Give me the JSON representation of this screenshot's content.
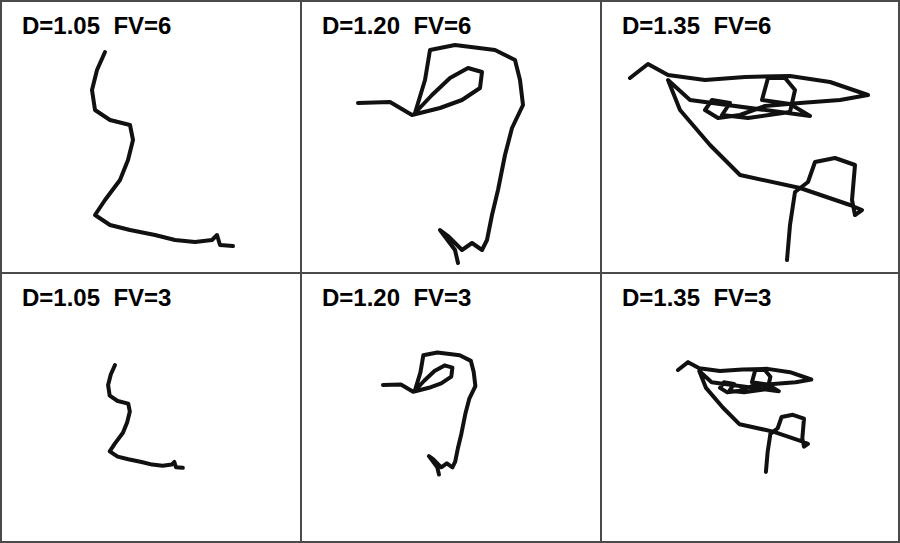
{
  "diagram": {
    "nodes": [
      {
        "text": [
          "D=1.05  FV=6"
        ]
      },
      {
        "text": [
          "D=1.20  FV=6"
        ]
      },
      {
        "text": [
          "D=1.35  FV=6"
        ]
      },
      {
        "text": [
          "D=1.05  FV=3"
        ]
      },
      {
        "text": [
          "D=1.20  FV=3"
        ]
      },
      {
        "text": [
          "D=1.35  FV=3"
        ]
      }
    ]
  }
}
